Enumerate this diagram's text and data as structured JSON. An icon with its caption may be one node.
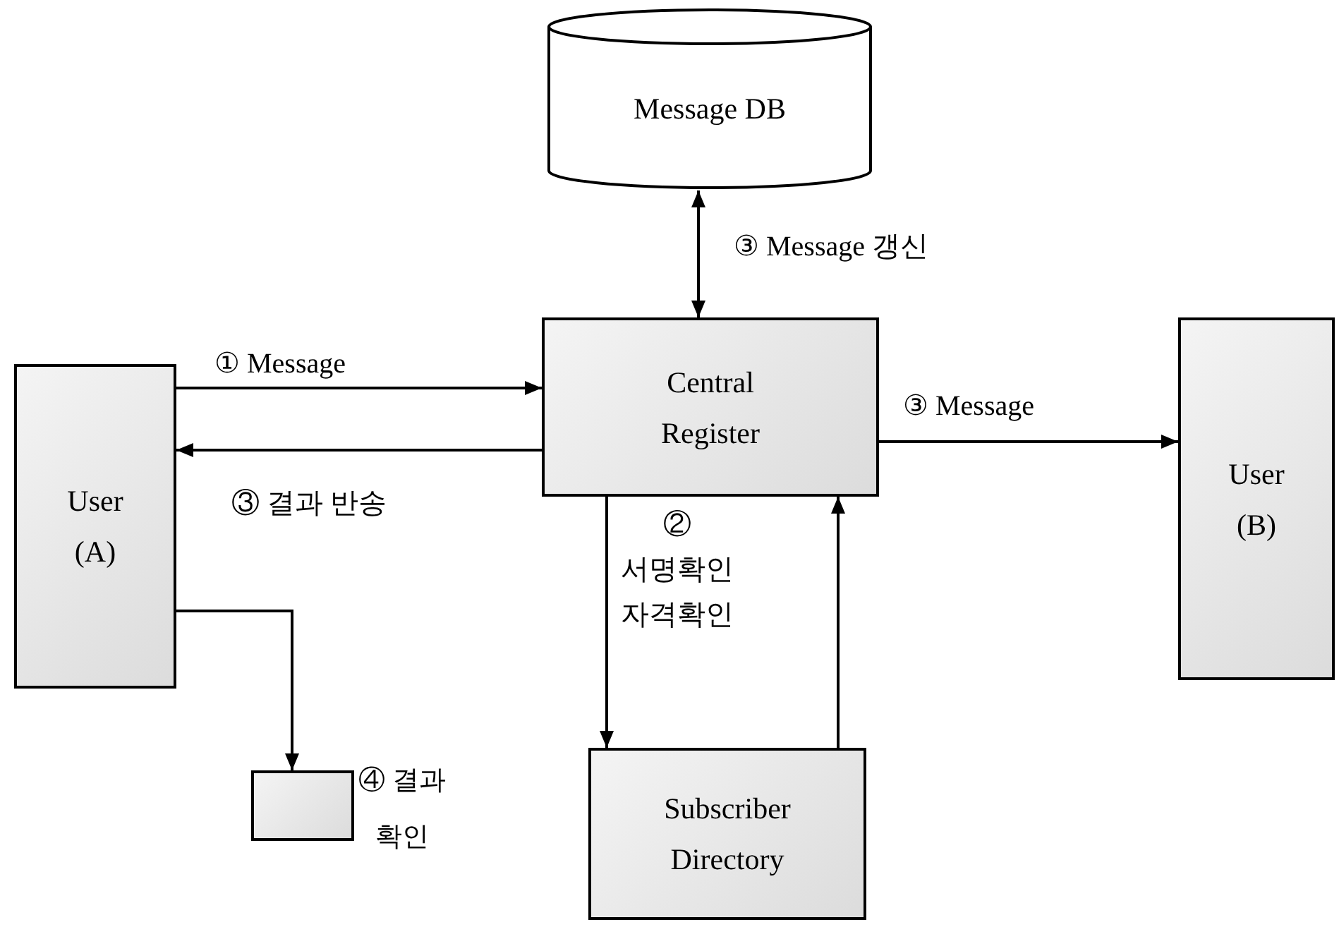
{
  "diagram": {
    "nodes": [
      {
        "text": [
          "Message DB"
        ]
      },
      {
        "text": [
          "User (A)"
        ]
      },
      {
        "text": [
          "Central Register"
        ]
      },
      {
        "text": [
          "User (B)"
        ]
      },
      {
        "text": [],
        "shape": "box",
        "beside": [
          "④ 결과 확인"
        ]
      },
      {
        "text": [
          "Subscriber Directory"
        ]
      }
    ],
    "edges": [
      {
        "from": 0,
        "to": 2,
        "arrow": "both",
        "label": "③ Message 갱신"
      },
      {
        "from": 1,
        "to": 2,
        "arrow": "to",
        "label": "① Message"
      },
      {
        "from": 2,
        "to": 1,
        "arrow": "to",
        "label": "③ 결과 반송"
      },
      {
        "from": 2,
        "to": 3,
        "arrow": "to",
        "label": "③ Message"
      },
      {
        "from": 2,
        "to": 5,
        "arrow": "to",
        "label": "② 서명확인 자격확인"
      },
      {
        "from": 5,
        "to": 2,
        "arrow": "to"
      },
      {
        "from": 1,
        "to": 4,
        "arrow": "to"
      }
    ]
  }
}
